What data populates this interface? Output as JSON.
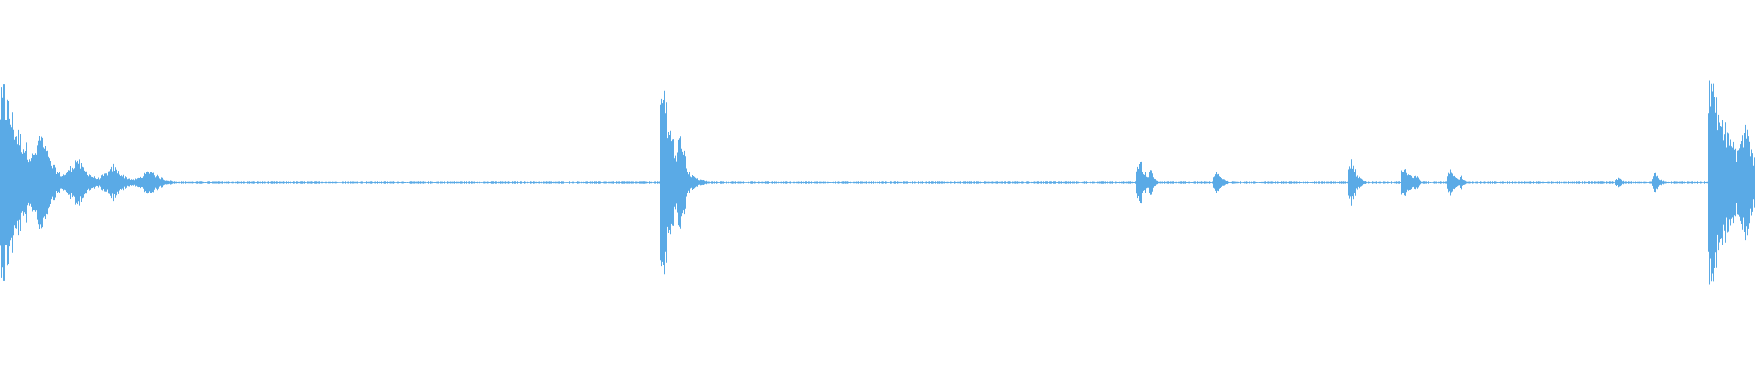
{
  "waveform": {
    "color": "#5aaae6",
    "background": "#ffffff",
    "baseline_level": 0.01,
    "events": [
      {
        "time": 0.002,
        "amplitude": 0.92,
        "decay": 0.013,
        "bursts": 5
      },
      {
        "time": 0.378,
        "amplitude": 1.0,
        "decay": 0.006,
        "bursts": 2
      },
      {
        "time": 0.649,
        "amplitude": 0.24,
        "decay": 0.004,
        "bursts": 2
      },
      {
        "time": 0.693,
        "amplitude": 0.12,
        "decay": 0.003,
        "bursts": 1
      },
      {
        "time": 0.77,
        "amplitude": 0.22,
        "decay": 0.003,
        "bursts": 1
      },
      {
        "time": 0.8,
        "amplitude": 0.16,
        "decay": 0.004,
        "bursts": 2
      },
      {
        "time": 0.826,
        "amplitude": 0.12,
        "decay": 0.004,
        "bursts": 2
      },
      {
        "time": 0.922,
        "amplitude": 0.05,
        "decay": 0.003,
        "bursts": 1
      },
      {
        "time": 0.943,
        "amplitude": 0.09,
        "decay": 0.003,
        "bursts": 1
      },
      {
        "time": 0.975,
        "amplitude": 1.0,
        "decay": 0.012,
        "bursts": 4
      }
    ]
  }
}
